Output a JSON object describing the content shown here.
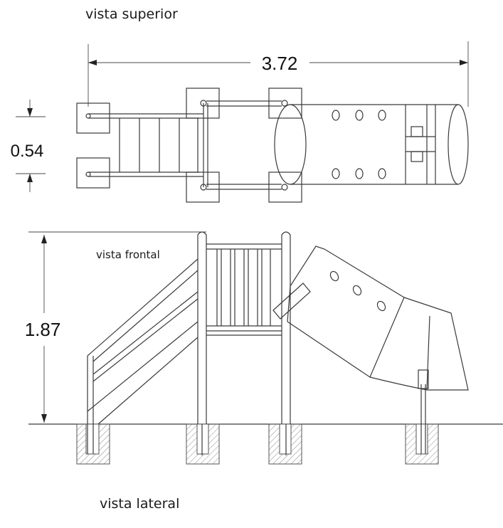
{
  "labels": {
    "top_view": "vista superior",
    "front_view": "vista frontal",
    "side_view": "vista lateral"
  },
  "dimensions": {
    "length": "3.72",
    "width": "0.54",
    "height": "1.87"
  },
  "colors": {
    "line": "#3a3a3a",
    "text": "#111111",
    "background": "#ffffff"
  }
}
